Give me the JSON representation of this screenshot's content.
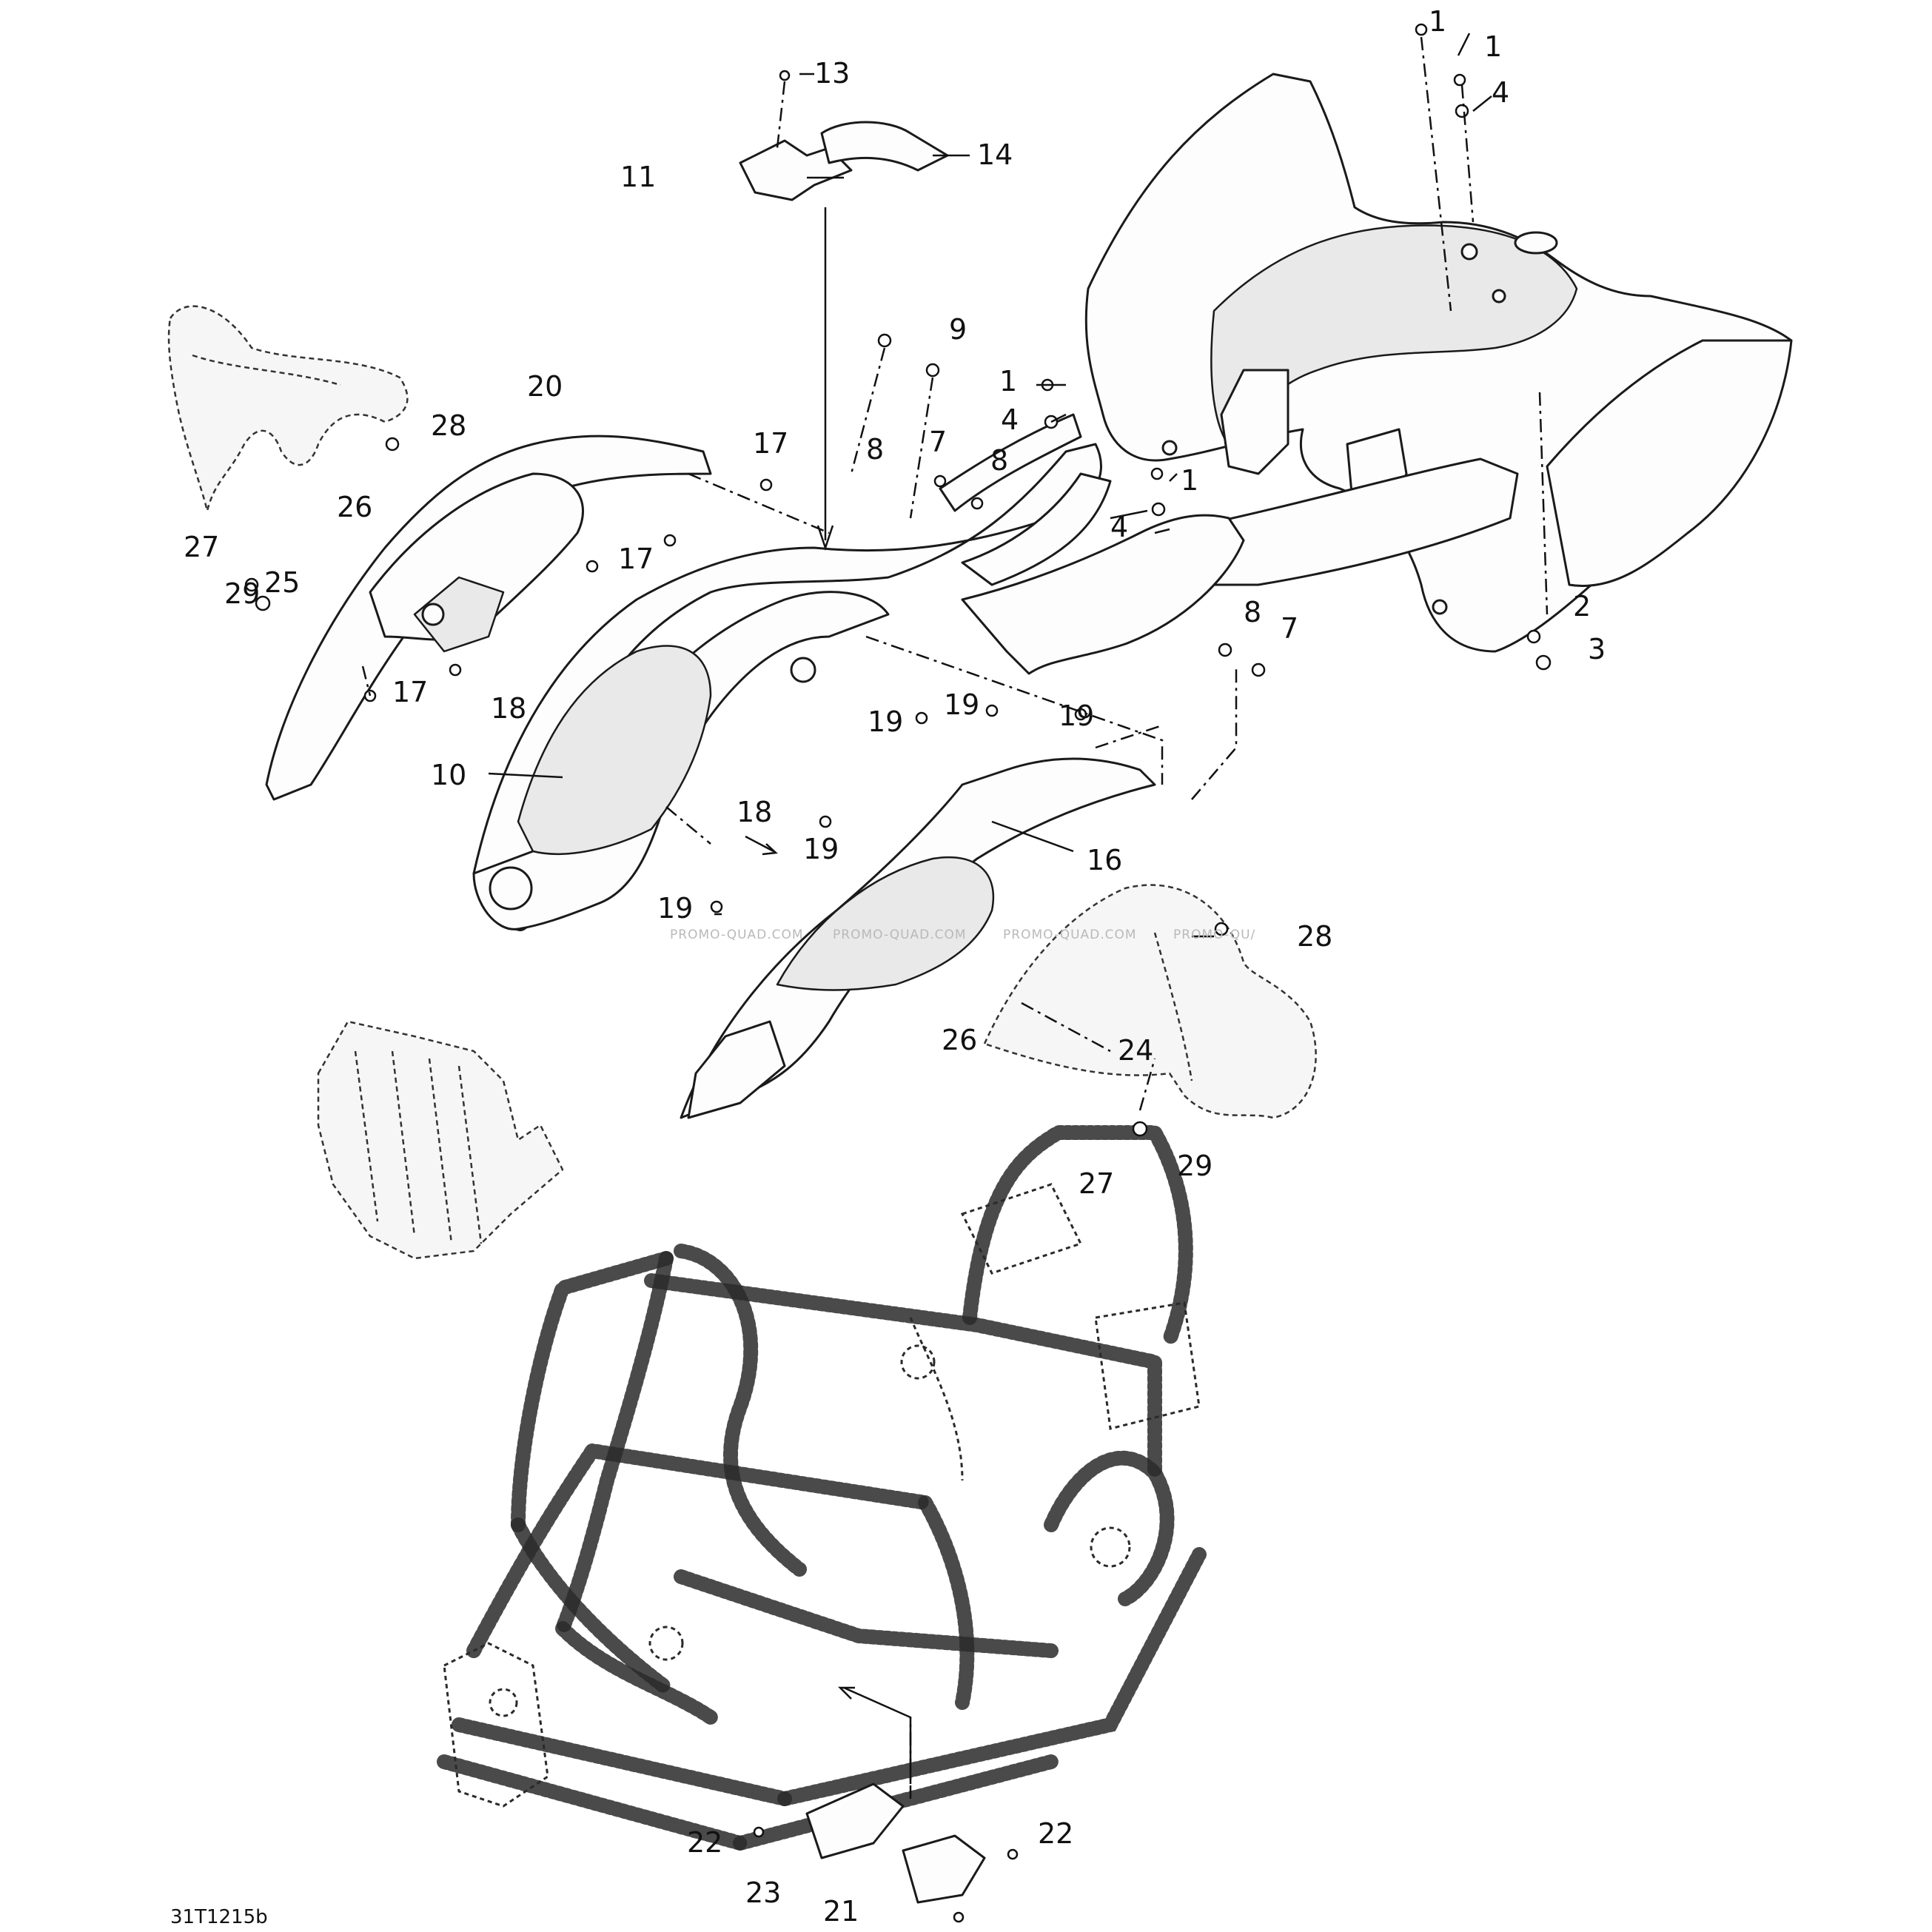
{
  "diagram": {
    "reference_code": "31T1215b",
    "watermarks": [
      "PROMO-QUAD.COM",
      "PROMO-QUAD.COM",
      "PROMO-QUAD.COM",
      "PROMO-QU/"
    ],
    "callouts": [
      {
        "id": "c1a",
        "label": "1"
      },
      {
        "id": "c1b",
        "label": "1"
      },
      {
        "id": "c4a",
        "label": "4"
      },
      {
        "id": "c13",
        "label": "13"
      },
      {
        "id": "c14",
        "label": "14"
      },
      {
        "id": "c11",
        "label": "11"
      },
      {
        "id": "c9",
        "label": "9"
      },
      {
        "id": "c1c",
        "label": "1"
      },
      {
        "id": "c4b",
        "label": "4"
      },
      {
        "id": "c8a",
        "label": "8"
      },
      {
        "id": "c7a",
        "label": "7"
      },
      {
        "id": "c8b",
        "label": "8"
      },
      {
        "id": "c1d",
        "label": "1"
      },
      {
        "id": "c4c",
        "label": "4"
      },
      {
        "id": "c20",
        "label": "20"
      },
      {
        "id": "c28a",
        "label": "28"
      },
      {
        "id": "c17a",
        "label": "17"
      },
      {
        "id": "c26a",
        "label": "26"
      },
      {
        "id": "c27a",
        "label": "27"
      },
      {
        "id": "c29a",
        "label": "29"
      },
      {
        "id": "c25",
        "label": "25"
      },
      {
        "id": "c17b",
        "label": "17"
      },
      {
        "id": "c17c",
        "label": "17"
      },
      {
        "id": "c18a",
        "label": "18"
      },
      {
        "id": "c2",
        "label": "2"
      },
      {
        "id": "c3",
        "label": "3"
      },
      {
        "id": "c8c",
        "label": "8"
      },
      {
        "id": "c7b",
        "label": "7"
      },
      {
        "id": "c19a",
        "label": "19"
      },
      {
        "id": "c19b",
        "label": "19"
      },
      {
        "id": "c19c",
        "label": "19"
      },
      {
        "id": "c10",
        "label": "10"
      },
      {
        "id": "c18b",
        "label": "18"
      },
      {
        "id": "c19d",
        "label": "19"
      },
      {
        "id": "c16",
        "label": "16"
      },
      {
        "id": "c19e",
        "label": "19"
      },
      {
        "id": "c28b",
        "label": "28"
      },
      {
        "id": "c26b",
        "label": "26"
      },
      {
        "id": "c24",
        "label": "24"
      },
      {
        "id": "c27b",
        "label": "27"
      },
      {
        "id": "c29b",
        "label": "29"
      },
      {
        "id": "c22a",
        "label": "22"
      },
      {
        "id": "c23",
        "label": "23"
      },
      {
        "id": "c22b",
        "label": "22"
      },
      {
        "id": "c21",
        "label": "21"
      }
    ]
  }
}
